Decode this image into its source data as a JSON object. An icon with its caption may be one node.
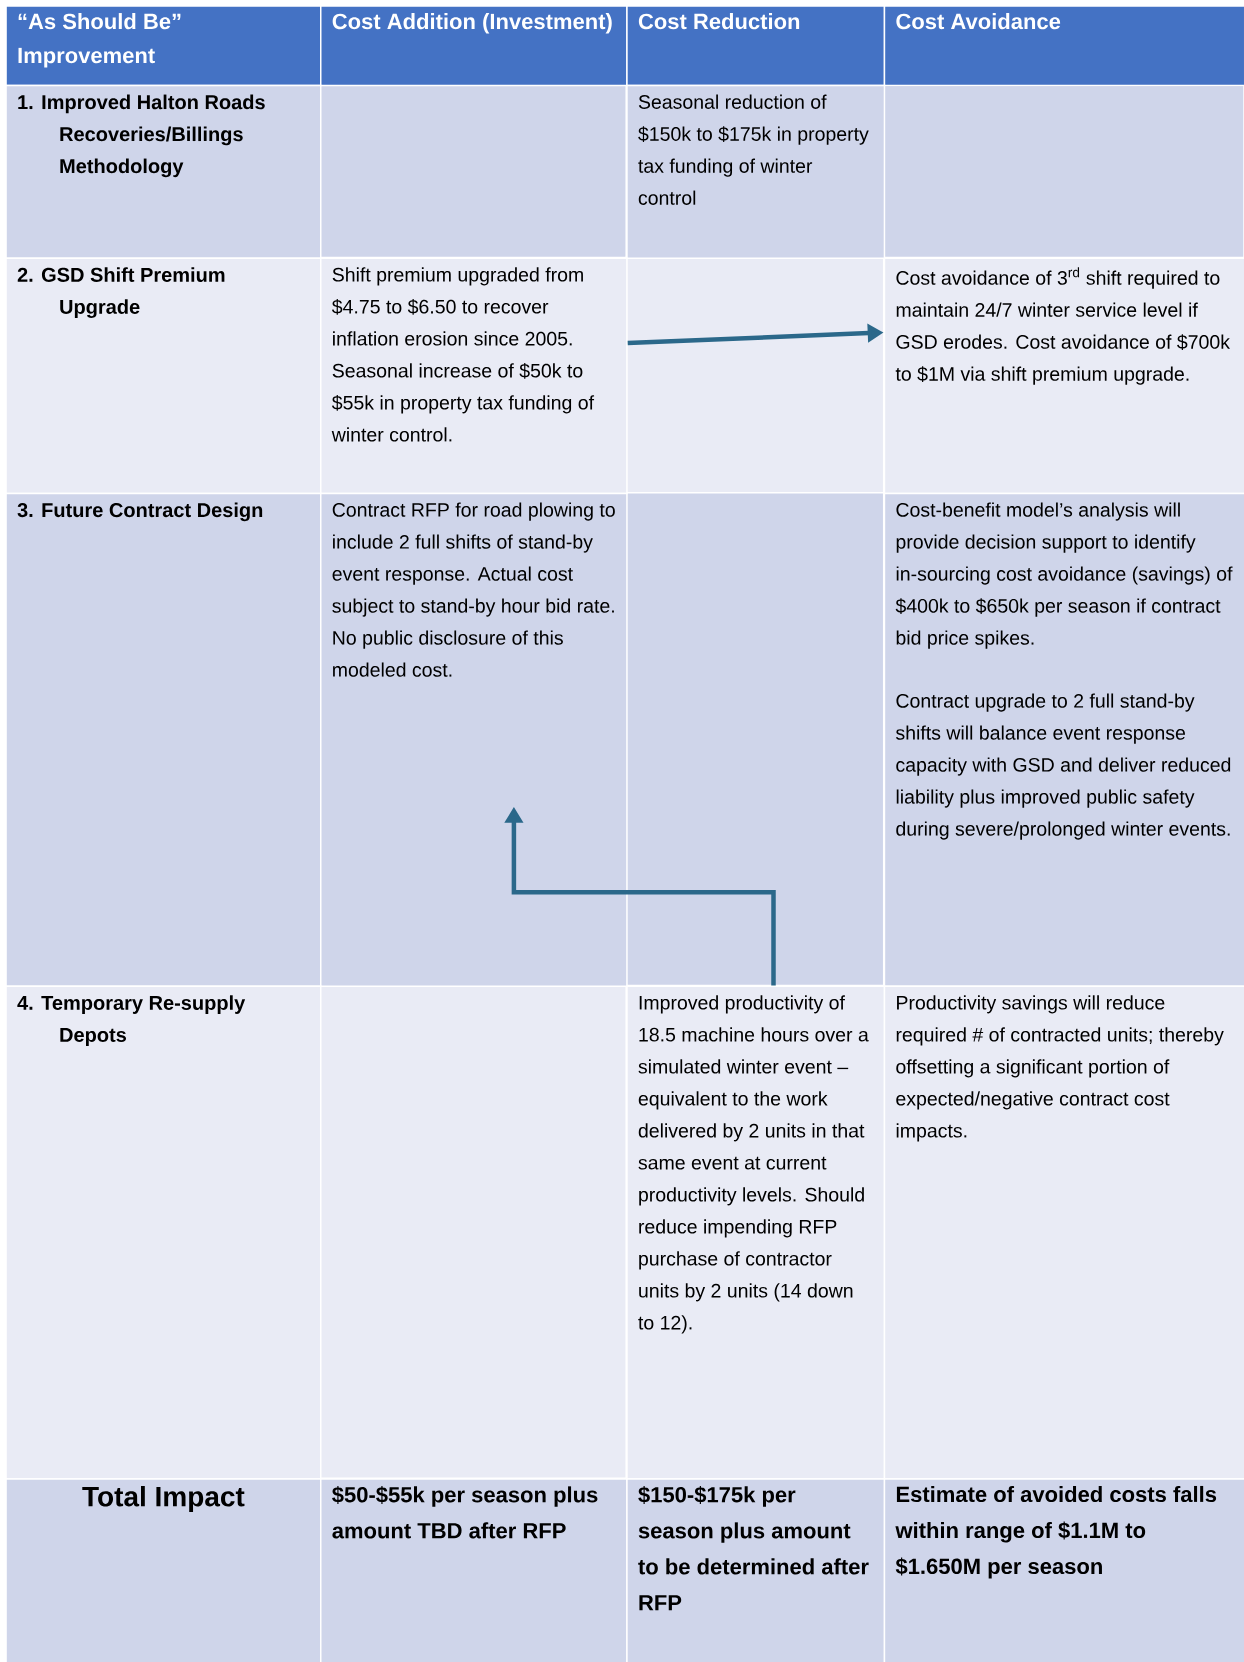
{
  "diagram": {
    "nodes": [
      {
        "text": [
          "“As Should Be” Improvement"
        ]
      },
      {
        "text": [
          "Cost Addition (Investment)"
        ]
      },
      {
        "text": [
          "Cost Reduction"
        ]
      },
      {
        "text": [
          "Cost Avoidance"
        ]
      },
      {
        "text": [
          "1. Improved Halton Roads Recoveries/Billings Methodology"
        ]
      },
      {
        "text": [
          "Seasonal reduction of $150k to $175k in property tax funding of winter control"
        ]
      },
      {
        "text": [
          "2. GSD Shift Premium Upgrade"
        ]
      },
      {
        "text": [
          "Shift premium upgraded from $4.75 to $6.50 to recover inflation erosion since 2005.  Seasonal increase of $50k to $55k in property tax funding of winter control."
        ]
      },
      {
        "text": [
          "Cost avoidance of 3$^{rd}$ shift required to maintain 24/7 winter service level if GSD erodes.  Cost avoidance of $700k to $1M via shift premium upgrade."
        ]
      },
      {
        "text": [
          "3. Future Contract Design"
        ]
      },
      {
        "text": [
          "Contract RFP for road plowing to include 2 full shifts of stand-by event response.  Actual cost subject to stand-by hour bid rate.  No public disclosure of this modeled cost."
        ]
      },
      {
        "text": [
          "Cost-benefit model’s analysis will provide decision support to identify in-sourcing cost avoidance (savings) of $400k to $650k per season if contract bid price spikes.",
          "Contract upgrade to 2 full stand-by shifts will balance event response capacity with GSD and deliver reduced liability plus improved public safety during severe/prolonged winter events."
        ]
      },
      {
        "text": [
          "4. Temporary Re-supply Depots"
        ]
      },
      {
        "text": [
          "Improved productivity of 18.5 machine hours over a simulated winter event – equivalent to the work delivered by 2 units in that same event at current productivity levels.  Should reduce impending RFP purchase of contractor units by 2 units (14 down to 12)."
        ]
      },
      {
        "text": [
          "Productivity savings will reduce required # of contracted units; thereby offsetting a significant portion of expected/negative contract cost impacts."
        ]
      },
      {
        "text": [
          "Total Impact"
        ]
      },
      {
        "text": [
          "$50-$55k per season plus amount TBD after RFP"
        ]
      },
      {
        "text": [
          "$150-$175k per season plus amount to be determined after RFP"
        ]
      },
      {
        "text": [
          "Estimate of avoided costs falls within range of $1.1M to $1.650M per season"
        ]
      }
    ],
    "edges": [
      {
        "from": 7,
        "to": 8,
        "arrow": "to"
      },
      {
        "from": 13,
        "to": 10,
        "arrow": "to"
      }
    ]
  }
}
